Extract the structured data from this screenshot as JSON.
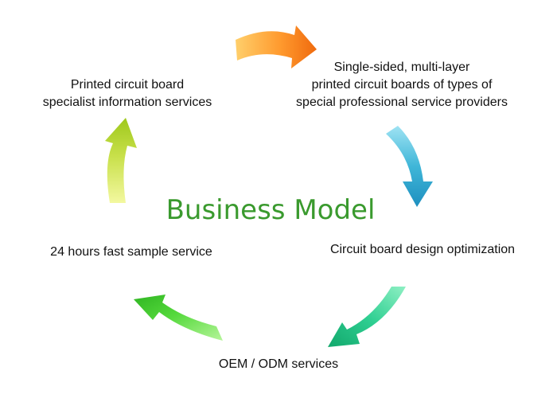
{
  "diagram": {
    "title": "Business Model",
    "nodes": {
      "top_right": {
        "lines": [
          "Single-sided, multi-layer",
          "printed circuit boards of types of",
          "special professional service providers"
        ]
      },
      "right": {
        "lines": [
          "Circuit board design optimization"
        ]
      },
      "bottom": {
        "lines": [
          "OEM / ODM services"
        ]
      },
      "left": {
        "lines": [
          "24 hours fast sample service"
        ]
      },
      "top_left": {
        "lines": [
          "Printed circuit board",
          "specialist information services"
        ]
      }
    }
  },
  "colors": {
    "title": "#3a9a2e",
    "text": "#111111",
    "arrow_top": "#ff9a2e",
    "arrow_right": "#3fb6d8",
    "arrow_bottom_right": "#2fcf92",
    "arrow_bottom_left": "#55d93c",
    "arrow_left": "#c8e04a"
  },
  "icons": {
    "flow": "cycle-arrows"
  }
}
